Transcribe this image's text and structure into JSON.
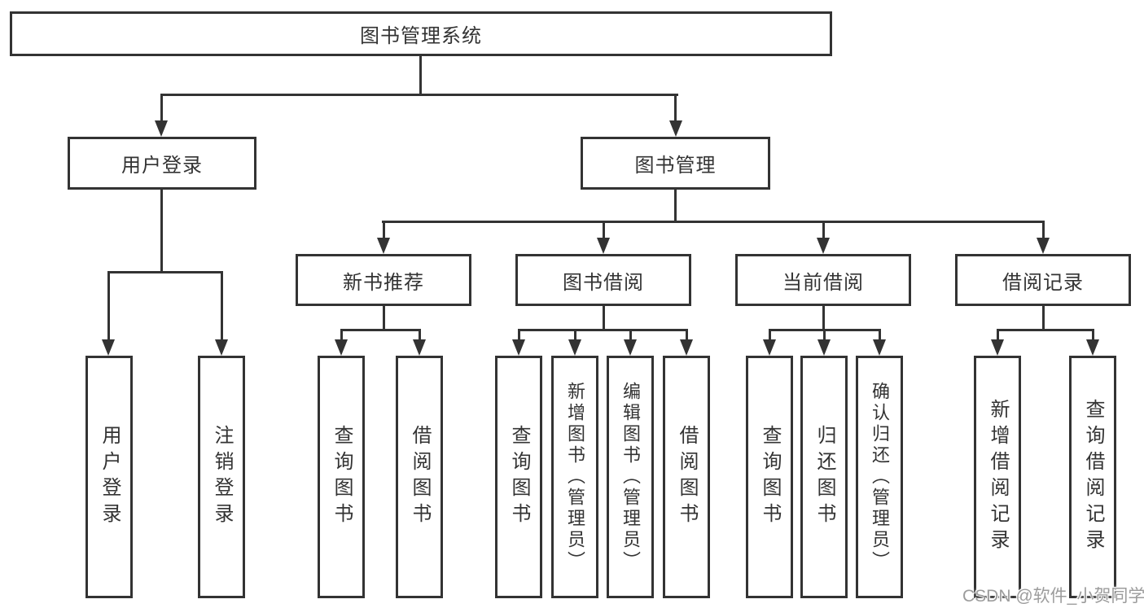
{
  "colors": {
    "line": "#333333",
    "text": "#333333",
    "box_fill": "#ffffff",
    "background": "#ffffff",
    "watermark": "#9c9c9c"
  },
  "tree": {
    "root": {
      "label": "图书管理系统"
    },
    "branches": [
      {
        "label": "用户登录",
        "children": [
          {
            "label": "用户登录"
          },
          {
            "label": "注销登录"
          }
        ]
      },
      {
        "label": "图书管理",
        "children": [
          {
            "label": "新书推荐",
            "children": [
              {
                "label": "查询图书"
              },
              {
                "label": "借阅图书"
              }
            ]
          },
          {
            "label": "图书借阅",
            "children": [
              {
                "label": "查询图书"
              },
              {
                "label": "新增图书（管理员）"
              },
              {
                "label": "编辑图书（管理员）"
              },
              {
                "label": "借阅图书"
              }
            ]
          },
          {
            "label": "当前借阅",
            "children": [
              {
                "label": "查询图书"
              },
              {
                "label": "归还图书"
              },
              {
                "label": "确认归还（管理员）"
              }
            ]
          },
          {
            "label": "借阅记录",
            "children": [
              {
                "label": "新增借阅记录"
              },
              {
                "label": "查询借阅记录"
              }
            ]
          }
        ]
      }
    ]
  },
  "watermark": {
    "text": "CSDN @软件_小贺同学"
  }
}
